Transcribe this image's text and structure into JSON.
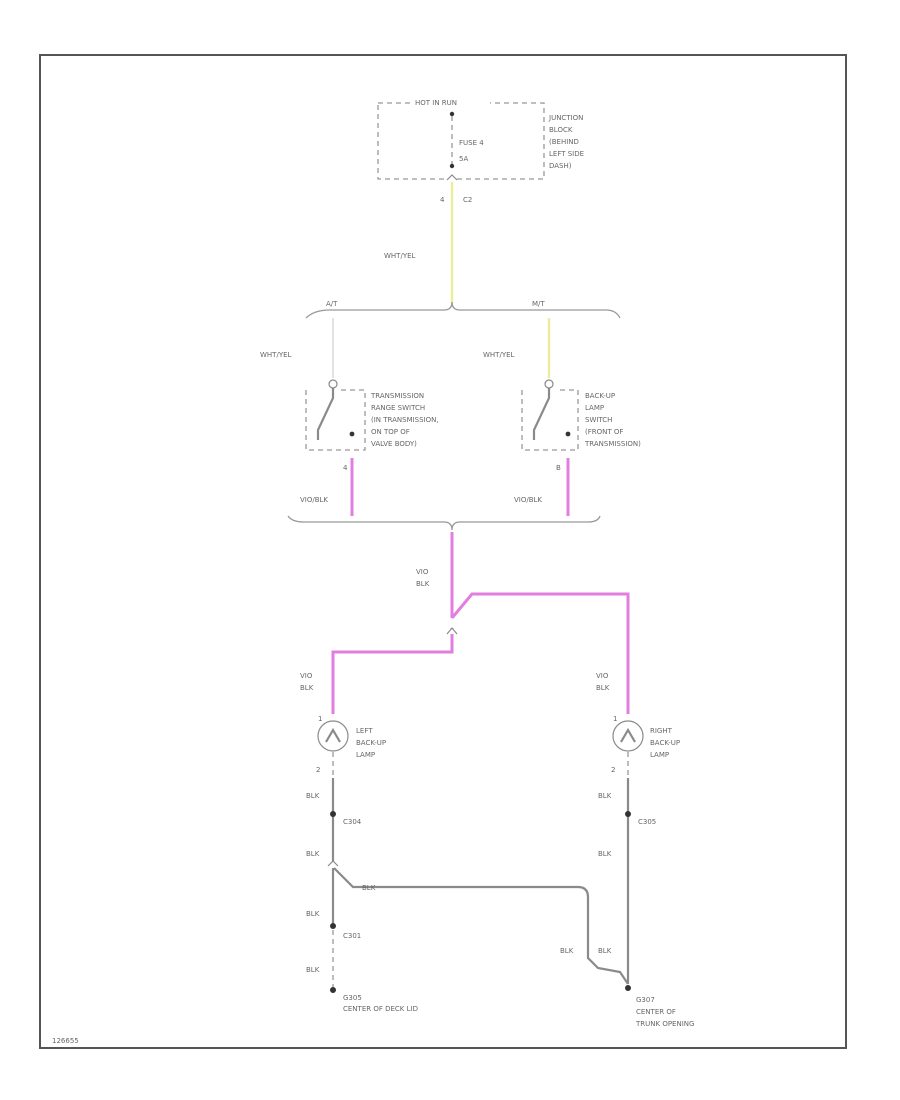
{
  "fuse_box": {
    "header": "HOT IN RUN",
    "fuse_label": "FUSE 4",
    "fuse_rating": "5A",
    "location": [
      "JUNCTION",
      "BLOCK",
      "(BEHIND",
      "LEFT SIDE",
      "DASH)"
    ],
    "pin_left": "4",
    "pin_right": "C2"
  },
  "wires": {
    "feed": "WHT/YEL",
    "branch_left": "WHT/YEL",
    "branch_right": "WHT/YEL",
    "switch_out_left": "VIO/BLK",
    "switch_out_right": "VIO/BLK",
    "common": [
      "VIO",
      "BLK"
    ],
    "left_lamp_feed": [
      "VIO",
      "BLK"
    ],
    "right_lamp_feed": [
      "VIO",
      "BLK"
    ]
  },
  "branches": {
    "left": "A/T",
    "right": "M/T"
  },
  "switches": {
    "left": {
      "pin": "4",
      "label": [
        "TRANSMISSION",
        "RANGE SWITCH",
        "(IN TRANSMISSION,",
        "ON TOP OF",
        "VALVE BODY)"
      ]
    },
    "right": {
      "pin": "B",
      "label": [
        "BACK-UP",
        "LAMP",
        "SWITCH",
        "(FRONT OF",
        "TRANSMISSION)"
      ]
    }
  },
  "lamps": {
    "left": {
      "pin_top": "1",
      "pin_bottom": "2",
      "label": [
        "LEFT",
        "BACK-UP",
        "LAMP"
      ]
    },
    "right": {
      "pin_top": "1",
      "pin_bottom": "2",
      "label": [
        "RIGHT",
        "BACK-UP",
        "LAMP"
      ]
    }
  },
  "ground_left": {
    "w1": "BLK",
    "c1": "C304",
    "w2": "BLK",
    "cross": "BLK",
    "w3": "BLK",
    "c2": "C301",
    "w4": "BLK",
    "ground": "G305",
    "ground_location": "CENTER OF DECK LID"
  },
  "ground_right": {
    "w1": "BLK",
    "c1": "C305",
    "w2": "BLK",
    "w3a": "BLK",
    "w3b": "BLK",
    "ground": "G307",
    "ground_location": [
      "CENTER OF",
      "TRUNK OPENING"
    ]
  },
  "footer_code": "126655"
}
